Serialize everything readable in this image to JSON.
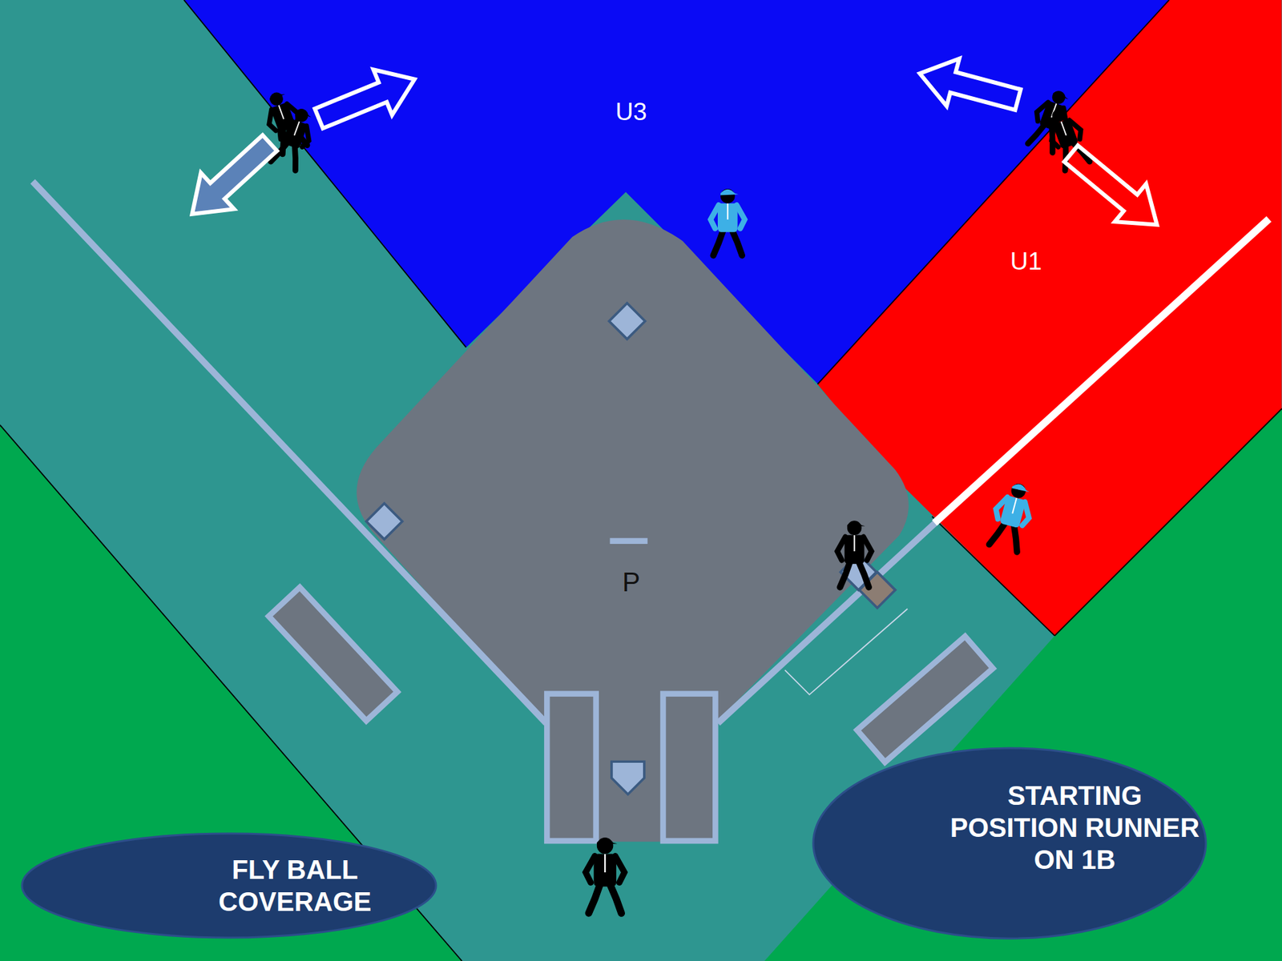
{
  "diagram": {
    "nodes": [
      {
        "text": [
          "U3"
        ]
      },
      {
        "text": [
          "U1"
        ]
      },
      {
        "text": [
          "FLY BALL COVERAGE"
        ]
      },
      {
        "text": [
          "STARTING POSITION RUNNER ON 1B"
        ]
      }
    ],
    "labels": [
      "P"
    ]
  }
}
